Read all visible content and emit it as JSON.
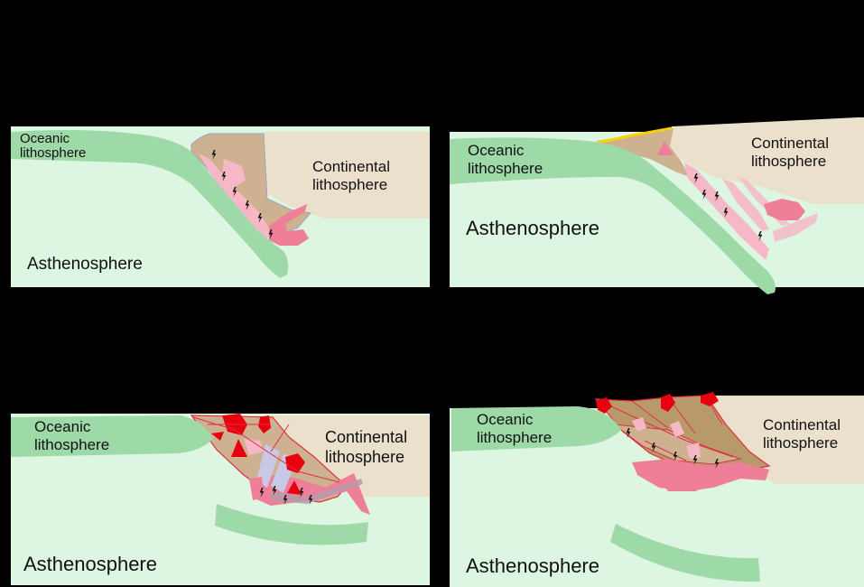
{
  "panels": [
    {
      "oceanic_label": [
        "Oceanic",
        "lithosphere"
      ],
      "continental_label": [
        "Continental",
        "lithosphere"
      ],
      "asthenosphere_label": "Asthenosphere"
    },
    {
      "oceanic_label": [
        "Oceanic",
        "lithosphere"
      ],
      "continental_label": [
        "Continental",
        "lithosphere"
      ],
      "asthenosphere_label": "Asthenosphere"
    },
    {
      "oceanic_label": [
        "Oceanic",
        "lithosphere"
      ],
      "continental_label": [
        "Continental",
        "lithosphere"
      ],
      "asthenosphere_label": "Asthenosphere"
    },
    {
      "oceanic_label": [
        "Oceanic",
        "lithosphere"
      ],
      "continental_label": [
        "Continental",
        "lithosphere"
      ],
      "asthenosphere_label": "Asthenosphere"
    }
  ],
  "colors": {
    "background": "#000000",
    "asthenosphere": "#ddf6e2",
    "oceanic_lithosphere": "#9ed9a8",
    "continental_lithosphere": "#ebe0cc",
    "accretionary_wedge": "#cdb190",
    "melt": "#ef7f98",
    "light_melt": "#f6b8c6",
    "magma": "#e8000f",
    "sediment": "#f5d400"
  }
}
